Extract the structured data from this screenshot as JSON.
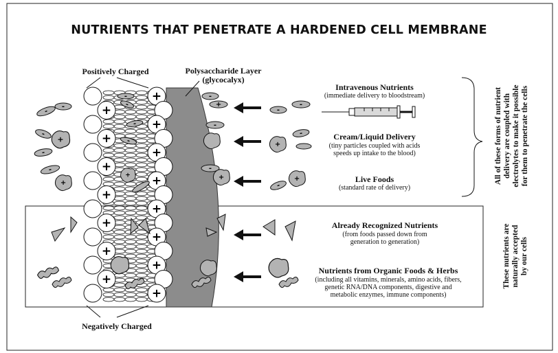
{
  "title": "NUTRIENTS THAT PENETRATE A HARDENED CELL MEMBRANE",
  "membrane": {
    "top_label": "Positively Charged",
    "bottom_label": "Negatively Charged",
    "layer_label_line1": "Polysaccharide Layer",
    "layer_label_line2": "(glycocalyx)"
  },
  "delivery_methods": [
    {
      "name": "Intravenous Nutrients",
      "desc1": "(immediate delivery to bloodstream)",
      "desc2": ""
    },
    {
      "name": "Cream/Liquid Delivery",
      "desc1": "(tiny particles coupled with acids",
      "desc2": "speeds up intake to the blood)"
    },
    {
      "name": "Live Foods",
      "desc1": "(standard rate of delivery)",
      "desc2": ""
    }
  ],
  "natural_nutrients": [
    {
      "name": "Already Recognized Nutrients",
      "desc1": "(from foods passed down from",
      "desc2": "generation to generation)"
    },
    {
      "name": "Nutrients from Organic Foods & Herbs",
      "desc1": "(including all vitamins, minerals, amino acids, fibers,",
      "desc2": "genetic RNA/DNA components, digestive and",
      "desc3": "metabolic enzymes, immune components)"
    }
  ],
  "side_note_top": [
    "All of these forms of nutrient",
    "delivery are coupled with",
    "electrolytes to make it possible",
    "for them to penetrate the cells"
  ],
  "side_note_bottom": [
    "These nutrients are",
    "naturally accepted",
    "by our cells"
  ],
  "symbols": {
    "plus": "+",
    "minus": "-"
  },
  "colors": {
    "glycocalyx": "#8c8c8c",
    "particle": "#b3b3b3",
    "ink": "#111111"
  }
}
